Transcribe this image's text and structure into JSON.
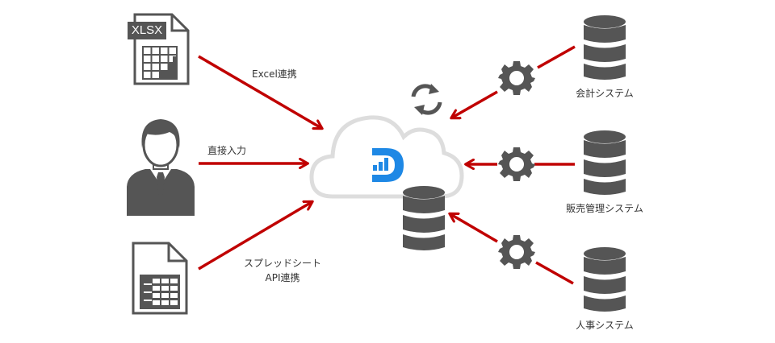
{
  "diagram": {
    "sources": [
      {
        "id": "excel",
        "icon": "xlsx-file-icon",
        "badge": "XLSX",
        "label": "Excel連携"
      },
      {
        "id": "direct",
        "icon": "user-icon",
        "label": "直接入力"
      },
      {
        "id": "spreadsheet",
        "icon": "spreadsheet-file-icon",
        "label_line1": "スプレッドシート",
        "label_line2": "API連携"
      }
    ],
    "hub": {
      "icon": "cloud-icon",
      "logo": "d-logo-icon",
      "storage": "database-icon",
      "sync": "sync-icon"
    },
    "systems": [
      {
        "id": "accounting",
        "icon": "database-icon",
        "connector": "gear-icon",
        "label": "会計システム"
      },
      {
        "id": "sales",
        "icon": "database-icon",
        "connector": "gear-icon",
        "label": "販売管理システム"
      },
      {
        "id": "hr",
        "icon": "database-icon",
        "connector": "gear-icon",
        "label": "人事システム"
      }
    ]
  },
  "colors": {
    "arrow": "#c00000",
    "icon": "#555555",
    "cloud": "#dddddd",
    "logo": "#1e88e5"
  }
}
